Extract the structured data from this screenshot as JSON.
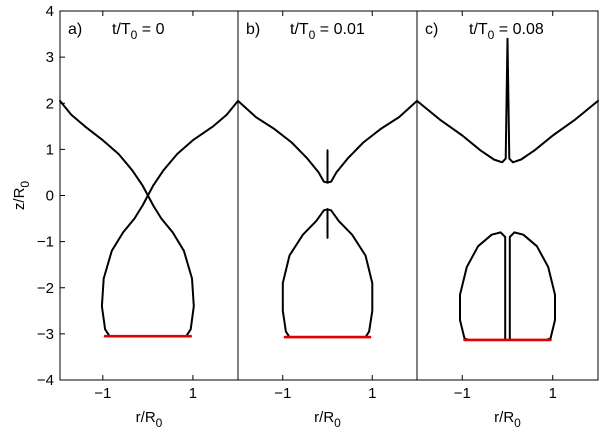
{
  "chart_data": [
    {
      "type": "line",
      "panel": "a)",
      "title_parts": {
        "pre": "t/T",
        "sub": "0",
        "post": " = 0"
      },
      "xlabel": {
        "main": "r/R",
        "sub": "0"
      },
      "ylabel": {
        "main": "z/R",
        "sub": "0"
      },
      "xlim": [
        -1.95,
        2.0
      ],
      "ylim": [
        -4,
        4
      ],
      "xticks": [
        -1,
        1
      ],
      "yticks": [
        4,
        3,
        2,
        1,
        0,
        -1,
        -2,
        -3,
        -4
      ],
      "series": [
        {
          "color": "#000000",
          "points": [
            [
              -1.95,
              2.05
            ],
            [
              -1.7,
              1.75
            ],
            [
              -1.4,
              1.5
            ],
            [
              -1.0,
              1.2
            ],
            [
              -0.65,
              0.9
            ],
            [
              -0.35,
              0.55
            ],
            [
              -0.12,
              0.22
            ],
            [
              0,
              0
            ],
            [
              0.12,
              -0.22
            ],
            [
              0.3,
              -0.5
            ],
            [
              0.55,
              -0.8
            ],
            [
              0.8,
              -1.2
            ],
            [
              0.98,
              -1.8
            ],
            [
              1.02,
              -2.4
            ],
            [
              0.95,
              -2.9
            ],
            [
              0.85,
              -3.05
            ]
          ]
        },
        {
          "color": "#000000",
          "points": [
            [
              2.0,
              2.05
            ],
            [
              1.75,
              1.75
            ],
            [
              1.45,
              1.5
            ],
            [
              1.0,
              1.2
            ],
            [
              0.65,
              0.9
            ],
            [
              0.35,
              0.55
            ],
            [
              0.12,
              0.22
            ],
            [
              0,
              0
            ],
            [
              -0.12,
              -0.22
            ],
            [
              -0.3,
              -0.5
            ],
            [
              -0.55,
              -0.8
            ],
            [
              -0.8,
              -1.2
            ],
            [
              -0.98,
              -1.8
            ],
            [
              -1.02,
              -2.4
            ],
            [
              -0.95,
              -2.9
            ],
            [
              -0.85,
              -3.05
            ]
          ]
        },
        {
          "color": "#e00000",
          "points": [
            [
              -0.95,
              -3.05
            ],
            [
              0.95,
              -3.05
            ]
          ]
        }
      ]
    },
    {
      "type": "line",
      "panel": "b)",
      "title_parts": {
        "pre": "t/T",
        "sub": "0",
        "post": " = 0.01"
      },
      "xlabel": {
        "main": "r/R",
        "sub": "0"
      },
      "xlim": [
        -2.0,
        2.0
      ],
      "ylim": [
        -4,
        4
      ],
      "xticks": [
        -1,
        1
      ],
      "series": [
        {
          "color": "#000000",
          "points": [
            [
              -2.0,
              2.05
            ],
            [
              -1.6,
              1.7
            ],
            [
              -1.2,
              1.45
            ],
            [
              -0.8,
              1.15
            ],
            [
              -0.45,
              0.8
            ],
            [
              -0.2,
              0.5
            ],
            [
              -0.08,
              0.3
            ],
            [
              0,
              0.28
            ],
            [
              0.08,
              0.3
            ],
            [
              0.2,
              0.5
            ],
            [
              0.45,
              0.8
            ],
            [
              0.8,
              1.15
            ],
            [
              1.2,
              1.45
            ],
            [
              1.6,
              1.7
            ],
            [
              2.0,
              2.05
            ]
          ]
        },
        {
          "color": "#000000",
          "points": [
            [
              0,
              0.28
            ],
            [
              0,
              0.98
            ]
          ]
        },
        {
          "color": "#000000",
          "points": [
            [
              0,
              -0.3
            ],
            [
              -0.08,
              -0.32
            ],
            [
              -0.25,
              -0.55
            ],
            [
              -0.55,
              -0.85
            ],
            [
              -0.85,
              -1.3
            ],
            [
              -1.0,
              -1.9
            ],
            [
              -1.0,
              -2.5
            ],
            [
              -0.93,
              -2.95
            ],
            [
              -0.85,
              -3.07
            ]
          ]
        },
        {
          "color": "#000000",
          "points": [
            [
              0,
              -0.3
            ],
            [
              0.08,
              -0.32
            ],
            [
              0.25,
              -0.55
            ],
            [
              0.55,
              -0.85
            ],
            [
              0.85,
              -1.3
            ],
            [
              1.0,
              -1.9
            ],
            [
              1.0,
              -2.5
            ],
            [
              0.93,
              -2.95
            ],
            [
              0.85,
              -3.07
            ]
          ]
        },
        {
          "color": "#000000",
          "points": [
            [
              0,
              -0.3
            ],
            [
              0,
              -0.92
            ]
          ]
        },
        {
          "color": "#e00000",
          "points": [
            [
              -0.95,
              -3.07
            ],
            [
              0.95,
              -3.07
            ]
          ]
        }
      ]
    },
    {
      "type": "line",
      "panel": "c)",
      "title_parts": {
        "pre": "t/T",
        "sub": "0",
        "post": " = 0.08"
      },
      "xlabel": {
        "main": "r/R",
        "sub": "0"
      },
      "xlim": [
        -2.0,
        2.0
      ],
      "ylim": [
        -4,
        4
      ],
      "xticks": [
        -1,
        1
      ],
      "series": [
        {
          "color": "#000000",
          "points": [
            [
              -2.0,
              2.05
            ],
            [
              -1.5,
              1.65
            ],
            [
              -1.0,
              1.3
            ],
            [
              -0.6,
              0.98
            ],
            [
              -0.3,
              0.78
            ],
            [
              -0.12,
              0.72
            ],
            [
              -0.04,
              0.8
            ],
            [
              0,
              3.4
            ],
            [
              0.04,
              0.8
            ],
            [
              0.12,
              0.72
            ],
            [
              0.3,
              0.78
            ],
            [
              0.6,
              0.98
            ],
            [
              1.0,
              1.3
            ],
            [
              1.5,
              1.65
            ],
            [
              2.0,
              2.05
            ]
          ]
        },
        {
          "color": "#000000",
          "points": [
            [
              -0.05,
              -3.13
            ],
            [
              -0.05,
              -0.9
            ],
            [
              -0.15,
              -0.8
            ],
            [
              -0.35,
              -0.85
            ],
            [
              -0.65,
              -1.1
            ],
            [
              -0.9,
              -1.55
            ],
            [
              -1.05,
              -2.15
            ],
            [
              -1.05,
              -2.7
            ],
            [
              -0.95,
              -3.1
            ],
            [
              -0.85,
              -3.13
            ]
          ]
        },
        {
          "color": "#000000",
          "points": [
            [
              0.05,
              -3.13
            ],
            [
              0.05,
              -0.9
            ],
            [
              0.15,
              -0.8
            ],
            [
              0.35,
              -0.85
            ],
            [
              0.65,
              -1.1
            ],
            [
              0.9,
              -1.55
            ],
            [
              1.05,
              -2.15
            ],
            [
              1.05,
              -2.7
            ],
            [
              0.95,
              -3.1
            ],
            [
              0.85,
              -3.13
            ]
          ]
        },
        {
          "color": "#e00000",
          "points": [
            [
              -0.95,
              -3.13
            ],
            [
              0.95,
              -3.13
            ]
          ]
        }
      ]
    }
  ]
}
